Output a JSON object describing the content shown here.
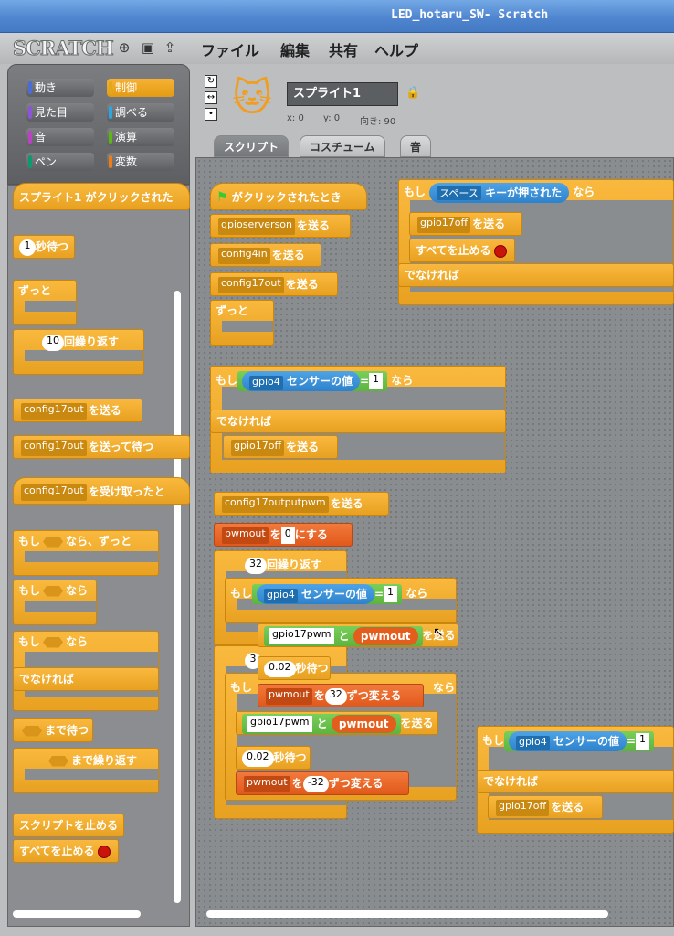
{
  "window": {
    "title": "LED_hotaru_SW- Scratch"
  },
  "menu": {
    "logo": "SCRATCH",
    "items": [
      "ファイル",
      "編集",
      "共有",
      "ヘルプ"
    ]
  },
  "categories": [
    {
      "label": "動き",
      "color": "#4a6cd4"
    },
    {
      "label": "制御",
      "color": "#e1a91a"
    },
    {
      "label": "見た目",
      "color": "#8a55d7"
    },
    {
      "label": "調べる",
      "color": "#2ca5e2"
    },
    {
      "label": "音",
      "color": "#bb42c3"
    },
    {
      "label": "演算",
      "color": "#5cb712"
    },
    {
      "label": "ペン",
      "color": "#0e9a6c"
    },
    {
      "label": "変数",
      "color": "#ee7d16"
    }
  ],
  "palette_blocks": {
    "hat_click": "スプライト1 がクリックされた",
    "wait_secs": "1",
    "wait_label": "秒待つ",
    "forever": "ずっと",
    "repeat_n": "10",
    "repeat_label": "回繰り返す",
    "broadcast_msg": "config17out",
    "broadcast_label": "を送る",
    "broadcast_wait_msg": "config17out",
    "broadcast_wait_label": "を送って待つ",
    "receive_msg": "config17out",
    "receive_label": "を受け取ったと",
    "if_forever_pre": "もし",
    "if_forever_post": "なら、ずっと",
    "if_pre": "もし",
    "if_post": "なら",
    "ifelse_pre": "もし",
    "ifelse_post": "なら",
    "else": "でなければ",
    "wait_until": "まで待つ",
    "repeat_until": "まで繰り返す",
    "stop_script": "スクリプトを止める",
    "stop_all": "すべてを止める"
  },
  "sprite": {
    "name": "スプライト1",
    "x_label": "x: 0",
    "y_label": "y: 0",
    "dir_label": "向き: 90"
  },
  "tabs": [
    "スクリプト",
    "コスチューム",
    "音"
  ],
  "script": {
    "flag_hat": "がクリックされたとき",
    "send": "を送る",
    "msg1": "gpioserverson",
    "msg2": "config4in",
    "msg3": "config17out",
    "forever": "ずっと",
    "if1_pre": "もし",
    "sensor": "gpio4",
    "sensor_label": "センサーの値",
    "eq": "=",
    "val1": "1",
    "if1_post": "なら",
    "else": "でなければ",
    "gpio17off": "gpio17off",
    "config_pwm": "config17outputpwm",
    "var": "pwmout",
    "set_to": "を",
    "set_val": "0",
    "set_label": "にする",
    "repeat_n": "32",
    "repeat_label": "回繰り返す",
    "gpio17pwm": "gpio17pwm",
    "join": "と",
    "wait_val": "0.02",
    "wait_label": "秒待つ",
    "change_pos": "32",
    "change_neg": "-32",
    "change_label": "ずつ変える",
    "repeat2_n": "3",
    "hat2_pre": "もし",
    "key": "スペース",
    "key_label": "キーが押された",
    "hat2_post": "なら",
    "stop_all": "すべてを止める"
  }
}
